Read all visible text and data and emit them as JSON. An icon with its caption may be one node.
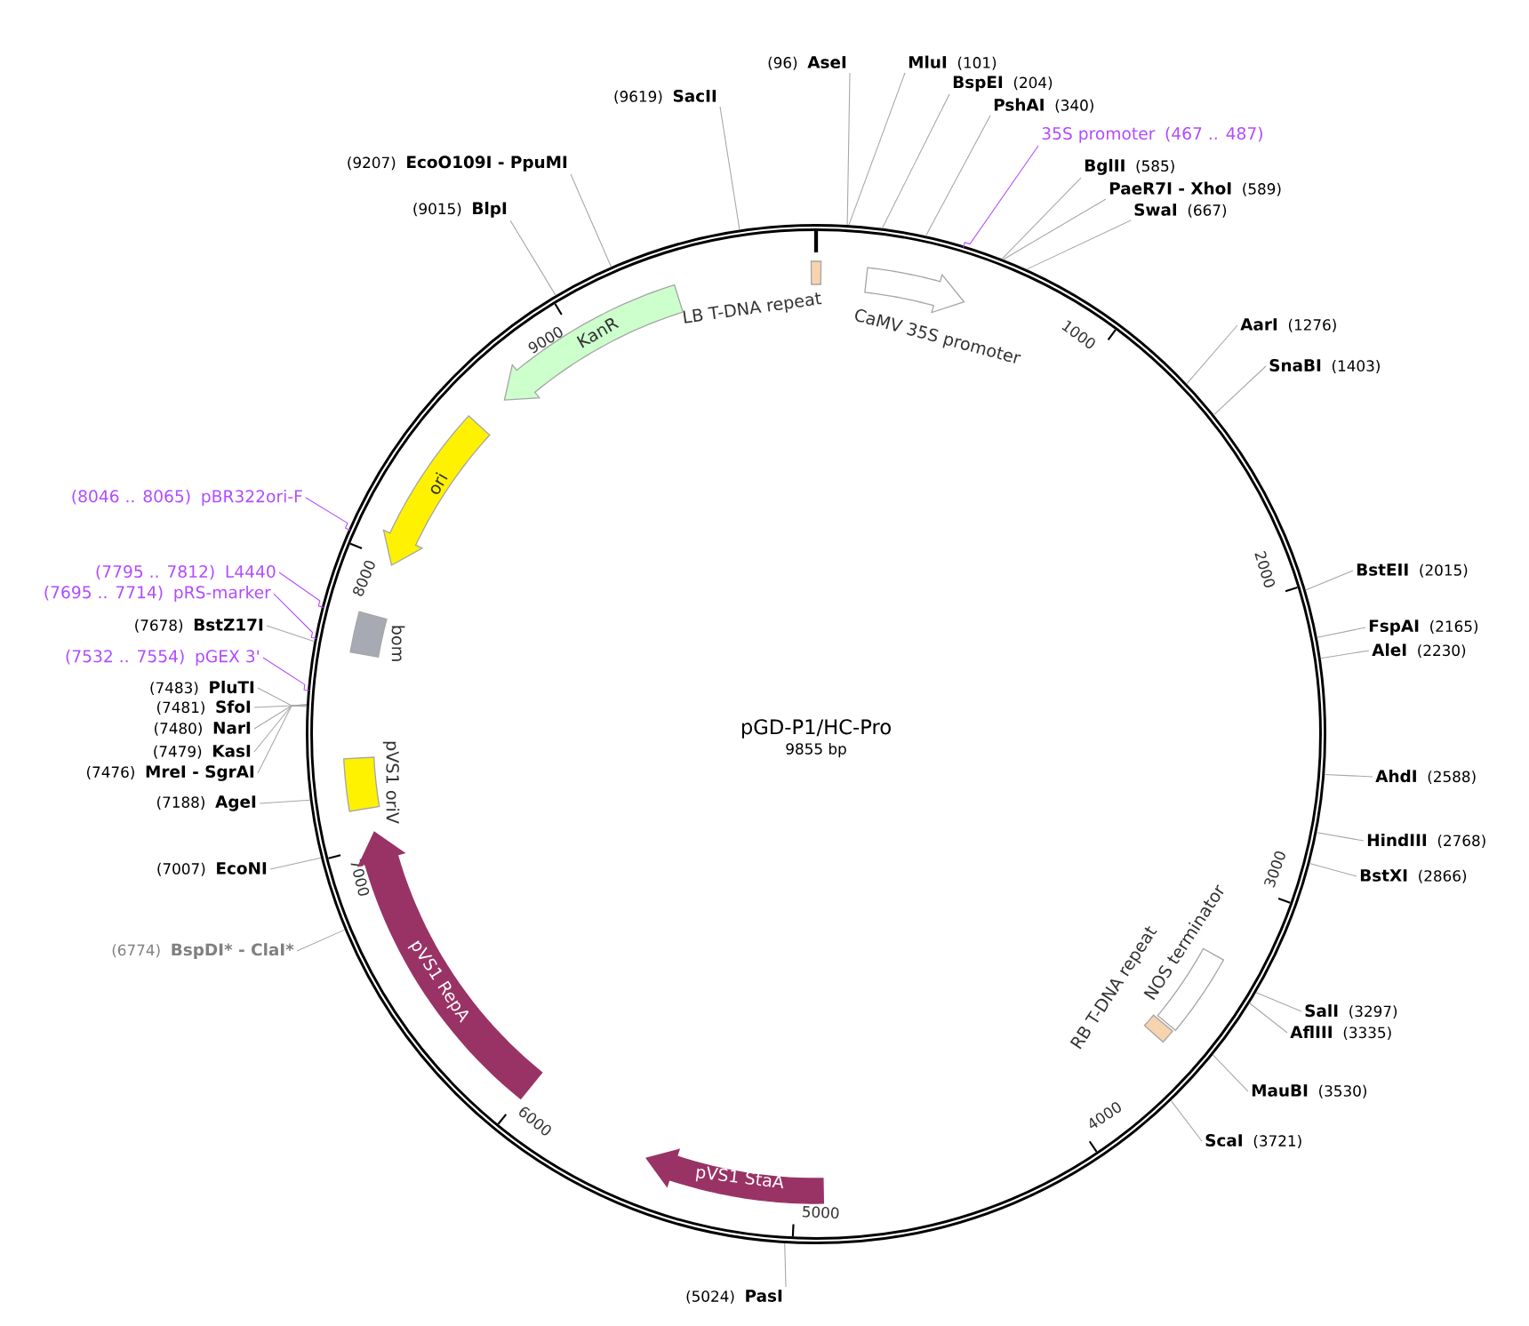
{
  "diagram": {
    "title": "pGD-P1/HC-Pro",
    "nodes": [
      {
        "text": [
          "(9619)",
          "SacII"
        ]
      },
      {
        "text": [
          "(9207)",
          "EcoO109I - PpuMI"
        ]
      },
      {
        "text": [
          "(9015)",
          "BlpI"
        ]
      },
      {
        "text": [
          "(96)",
          "AseI"
        ]
      },
      {
        "text": [
          "MluI",
          "(101)"
        ]
      },
      {
        "text": [
          "BspEI",
          "(204)"
        ]
      },
      {
        "text": [
          "PshAI",
          "(340)"
        ]
      },
      {
        "text": [
          "35S promoter",
          "(467 .. 487)"
        ]
      },
      {
        "text": [
          "BglII",
          "(585)"
        ]
      },
      {
        "text": [
          "PaeR7I - XhoI",
          "(589)"
        ]
      },
      {
        "text": [
          "SwaI",
          "(667)"
        ]
      },
      {
        "text": [
          "AarI",
          "(1276)"
        ]
      },
      {
        "text": [
          "SnaBI",
          "(1403)"
        ]
      },
      {
        "text": [
          "BstEII",
          "(2015)"
        ]
      },
      {
        "text": [
          "FspAI",
          "(2165)"
        ]
      },
      {
        "text": [
          "AleI",
          "(2230)"
        ]
      },
      {
        "text": [
          "AhdI",
          "(2588)"
        ]
      },
      {
        "text": [
          "HindIII",
          "(2768)"
        ]
      },
      {
        "text": [
          "BstXI",
          "(2866)"
        ]
      },
      {
        "text": [
          "SalI",
          "(3297)"
        ]
      },
      {
        "text": [
          "AflIII",
          "(3335)"
        ]
      },
      {
        "text": [
          "MauBI",
          "(3530)"
        ]
      },
      {
        "text": [
          "ScaI",
          "(3721)"
        ]
      },
      {
        "text": [
          "(5024)",
          "PasI"
        ]
      },
      {
        "text": [
          "(8046 .. 8065)",
          "pBR322ori-F"
        ]
      },
      {
        "text": [
          "(7795 .. 7812)",
          "L4440"
        ]
      },
      {
        "text": [
          "(7695 .. 7714)",
          "pRS-marker"
        ]
      },
      {
        "text": [
          "(7678)",
          "BstZ17I"
        ]
      },
      {
        "text": [
          "(7532 .. 7554)",
          "pGEX 3'"
        ]
      },
      {
        "text": [
          "(7483)",
          "PluTI"
        ]
      },
      {
        "text": [
          "(7481)",
          "SfoI"
        ]
      },
      {
        "text": [
          "(7480)",
          "NarI"
        ]
      },
      {
        "text": [
          "(7479)",
          "KasI"
        ]
      },
      {
        "text": [
          "(7476)",
          "MreI - SgrAI"
        ]
      },
      {
        "text": [
          "(7188)",
          "AgeI"
        ]
      },
      {
        "text": [
          "(7007)",
          "EcoNI"
        ]
      },
      {
        "text": [
          "(6774)",
          "BspDI* - ClaI*"
        ]
      },
      {
        "text": [
          "LB T-DNA repeat"
        ]
      },
      {
        "text": [
          "CaMV 35S promoter"
        ]
      },
      {
        "text": [
          "KanR"
        ]
      },
      {
        "text": [
          "ori"
        ]
      },
      {
        "text": [
          "bom"
        ]
      },
      {
        "text": [
          "pVS1 oriV"
        ]
      },
      {
        "text": [
          "pVS1 RepA"
        ]
      },
      {
        "text": [
          "pVS1 StaA"
        ]
      },
      {
        "text": [
          "NOS terminator"
        ]
      },
      {
        "text": [
          "RB T-DNA repeat"
        ]
      }
    ],
    "edges": [
      {
        "from": 0,
        "to": null,
        "arrow": "none"
      },
      {
        "from": 1,
        "to": null,
        "arrow": "none"
      },
      {
        "from": 2,
        "to": null,
        "arrow": "none"
      },
      {
        "from": 3,
        "to": null,
        "arrow": "none"
      },
      {
        "from": 4,
        "to": null,
        "arrow": "none"
      },
      {
        "from": 5,
        "to": null,
        "arrow": "none"
      },
      {
        "from": 6,
        "to": null,
        "arrow": "none"
      },
      {
        "from": 7,
        "to": null,
        "arrow": "none",
        "color": "#b14cff"
      },
      {
        "from": 8,
        "to": null,
        "arrow": "none"
      },
      {
        "from": 9,
        "to": null,
        "arrow": "none"
      },
      {
        "from": 10,
        "to": null,
        "arrow": "none"
      },
      {
        "from": 11,
        "to": null,
        "arrow": "none"
      },
      {
        "from": 12,
        "to": null,
        "arrow": "none"
      },
      {
        "from": 13,
        "to": null,
        "arrow": "none"
      },
      {
        "from": 14,
        "to": null,
        "arrow": "none"
      },
      {
        "from": 15,
        "to": null,
        "arrow": "none"
      },
      {
        "from": 16,
        "to": null,
        "arrow": "none"
      },
      {
        "from": 17,
        "to": null,
        "arrow": "none"
      },
      {
        "from": 18,
        "to": null,
        "arrow": "none"
      },
      {
        "from": 19,
        "to": null,
        "arrow": "none"
      },
      {
        "from": 20,
        "to": null,
        "arrow": "none"
      },
      {
        "from": 21,
        "to": null,
        "arrow": "none"
      },
      {
        "from": 22,
        "to": null,
        "arrow": "none"
      },
      {
        "from": 23,
        "to": null,
        "arrow": "none"
      },
      {
        "from": 24,
        "to": null,
        "arrow": "none",
        "color": "#b14cff"
      },
      {
        "from": 25,
        "to": null,
        "arrow": "none",
        "color": "#b14cff"
      },
      {
        "from": 26,
        "to": null,
        "arrow": "none",
        "color": "#b14cff"
      },
      {
        "from": 27,
        "to": null,
        "arrow": "none"
      },
      {
        "from": 28,
        "to": null,
        "arrow": "none",
        "color": "#b14cff"
      },
      {
        "from": 29,
        "to": null,
        "arrow": "none"
      },
      {
        "from": 30,
        "to": null,
        "arrow": "none"
      },
      {
        "from": 31,
        "to": null,
        "arrow": "none"
      },
      {
        "from": 32,
        "to": null,
        "arrow": "none"
      },
      {
        "from": 33,
        "to": null,
        "arrow": "none"
      },
      {
        "from": 34,
        "to": null,
        "arrow": "none"
      },
      {
        "from": 35,
        "to": null,
        "arrow": "none"
      },
      {
        "from": 36,
        "to": null,
        "arrow": "none"
      }
    ],
    "labels": [
      "9855 bp",
      "1000",
      "2000",
      "3000",
      "4000",
      "5000",
      "6000",
      "7000",
      "8000",
      "9000"
    ]
  }
}
